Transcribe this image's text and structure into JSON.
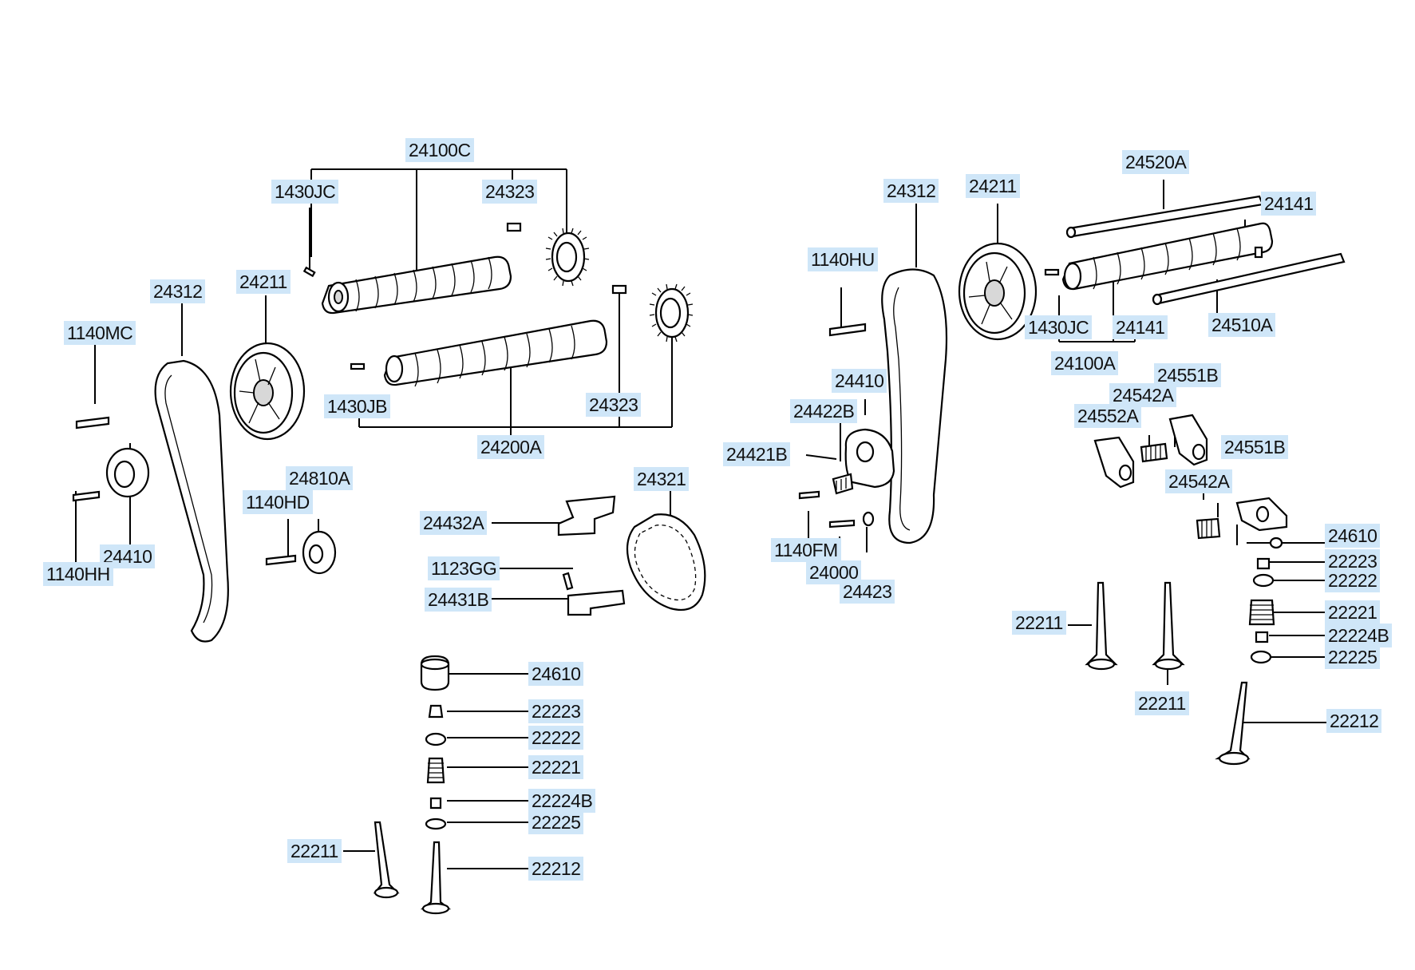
{
  "diagram": {
    "labels": {
      "l24100C": "24100C",
      "l1430JC_a": "1430JC",
      "l24323_a": "24323",
      "l24312_a": "24312",
      "l24211_a": "24211",
      "l1140MC": "1140MC",
      "l1430JB": "1430JB",
      "l24323_b": "24323",
      "l24200A": "24200A",
      "l24810A": "24810A",
      "l1140HD": "1140HD",
      "l24410_a": "24410",
      "l1140HH": "1140HH",
      "l24432A": "24432A",
      "l24321": "24321",
      "l1123GG": "1123GG",
      "l24431B": "24431B",
      "l24610_a": "24610",
      "l22223_a": "22223",
      "l22222_a": "22222",
      "l22221_a": "22221",
      "l22224B_a": "22224B",
      "l22225_a": "22225",
      "l22211_a": "22211",
      "l22212_a": "22212",
      "l24312_b": "24312",
      "l24211_b": "24211",
      "l24520A": "24520A",
      "l24141_a": "24141",
      "l1140HU": "1140HU",
      "l1430JC_b": "1430JC",
      "l24141_b": "24141",
      "l24510A": "24510A",
      "l24100A": "24100A",
      "l24410_b": "24410",
      "l24422B": "24422B",
      "l24421B": "24421B",
      "l24551B_a": "24551B",
      "l24542A_a": "24542A",
      "l24552A": "24552A",
      "l24551B_b": "24551B",
      "l24542A_b": "24542A",
      "l24610_b": "24610",
      "l1140FM": "1140FM",
      "l24000": "24000",
      "l24423": "24423",
      "l22223_b": "22223",
      "l22222_b": "22222",
      "l22221_b": "22221",
      "l22224B_b": "22224B",
      "l22225_b": "22225",
      "l22211_b": "22211",
      "l22211_c": "22211",
      "l22212_b": "22212"
    }
  }
}
